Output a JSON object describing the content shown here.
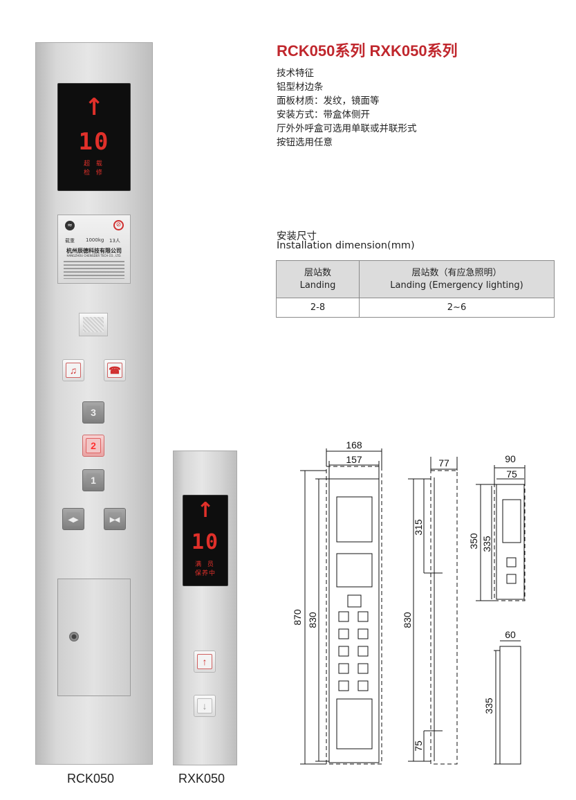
{
  "header": {
    "title": "RCK050系列  RXK050系列",
    "features": [
      "技术特征",
      "铝型材边条",
      "面板材质：发纹，镜面等",
      "安装方式：带盒体侧开",
      "厅外外呼盒可选用单联或并联形式",
      "按钮选用任意"
    ]
  },
  "installation": {
    "heading_cn": "安装尺寸",
    "heading_en": "Installation dimension(mm)",
    "table": {
      "col1_cn": "层站数",
      "col1_en": "Landing",
      "col2_cn": "层站数（有应急照明）",
      "col2_en": "Landing (Emergency lighting)",
      "row": [
        "2-8",
        "2~6"
      ]
    }
  },
  "rck050": {
    "caption": "RCK050",
    "display": {
      "arrow": "↑",
      "number": "10",
      "line1": "超 载",
      "line2": "检 修"
    },
    "plate": {
      "capacity": "载重",
      "load": "1000kg",
      "persons": "13人",
      "company": "杭州辰德科技有限公司",
      "company_en": "HANGZHOU CHENGDER TECH CO., LTD."
    },
    "floors": [
      "3",
      "2",
      "1"
    ]
  },
  "rxk050": {
    "caption": "RXK050",
    "display": {
      "arrow": "↑",
      "number": "10",
      "line1": "满 员",
      "line2": "保养中"
    }
  },
  "drawings": {
    "front": {
      "w_outer": "168",
      "w_inner": "157",
      "h_outer": "870",
      "h_inner": "830"
    },
    "side": {
      "w": "77",
      "h_top": "315",
      "h": "830",
      "h_bottom": "75"
    },
    "hall_parallel": {
      "w_outer": "90",
      "w_inner": "75",
      "h_outer": "350",
      "h_inner": "335"
    },
    "hall_single": {
      "w": "60",
      "h": "335"
    }
  },
  "colors": {
    "accent": "#c0272d",
    "display_led": "#e0302a"
  }
}
